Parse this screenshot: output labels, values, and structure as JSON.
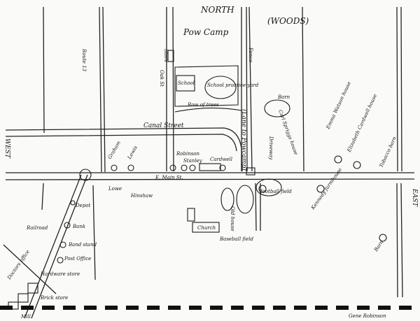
{
  "map": {
    "compass": {
      "north": "NORTH",
      "woods": "(WOODS)",
      "west": "WEST",
      "east": "EAST"
    },
    "labels": {
      "pow_camp": "Pow Camp",
      "route_13": "Route 13",
      "oak_st": "Oak St",
      "canal_street": "Canal Street",
      "lane_to_powcamp": "(Lane to Powcamp)",
      "main_st": "E. Main St.",
      "school": "School",
      "school_practice_yard": "School practice yard",
      "row_of_trees": "Row of trees",
      "barn": "Barn",
      "carl_spriggs_house": "Carl Spriggs house",
      "driveway": "Driveway",
      "emma_watson_house": "Emma Watson house",
      "elizabeth_cardwell_house": "Elizabeth Cardwell house",
      "tobacco_barn": "Tobacco barn",
      "store": "Store",
      "fence": "Fence",
      "old_house": "Old house",
      "graham": "Graham",
      "lewis": "Lewis",
      "hinshaw": "Hinshaw",
      "robinson": "Robinson",
      "lowe": "Lowe",
      "stanley": "Stanley",
      "cardwell": "Cardwell",
      "bank": "Bank",
      "baseball_field": "Baseball field",
      "football_field": "football field",
      "kennedy_farmhouse": "Kennedy farmhouse",
      "railroad": "Railroad",
      "depot": "Depot",
      "bandstand": "Band stand",
      "post_office": "Post Office",
      "hardware": "Hardware store",
      "doctors_office": "Doctors office",
      "church": "Church",
      "brick_store": "Brick store",
      "mill": "Mill",
      "barn_lower": "Barn",
      "signature": "Gene Robinson"
    }
  }
}
